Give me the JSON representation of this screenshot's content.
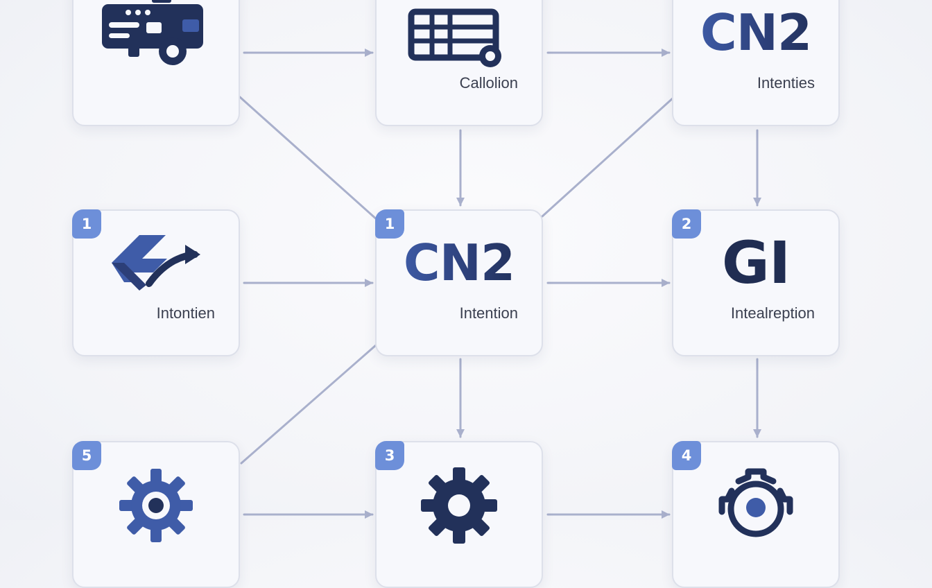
{
  "colors": {
    "accent": "#6d8fd9",
    "icon_navy": "#22315a",
    "icon_blue": "#3f5ca8",
    "card_bg": "#f7f8fc",
    "card_border": "#dde0ea",
    "connector": "#a9b0cc"
  },
  "nodes": [
    {
      "id": "top-left",
      "badge": "",
      "icon": "vehicle-icon",
      "icon_text": "",
      "label": ""
    },
    {
      "id": "top-middle",
      "badge": "",
      "icon": "table-gear-icon",
      "icon_text": "",
      "label": "Callolion"
    },
    {
      "id": "top-right",
      "badge": "",
      "icon": "cn2-text-icon",
      "icon_text": "CN2",
      "label": "Intenties"
    },
    {
      "id": "mid-left",
      "badge": "1",
      "icon": "route-arrow-icon",
      "icon_text": "",
      "label": "Intontien"
    },
    {
      "id": "mid-center",
      "badge": "1",
      "icon": "cn2-text-icon",
      "icon_text": "CN2",
      "label": "Intention"
    },
    {
      "id": "mid-right",
      "badge": "2",
      "icon": "gi-text-icon",
      "icon_text": "GI",
      "label": "Intealreption"
    },
    {
      "id": "bottom-left",
      "badge": "5",
      "icon": "gear-icon",
      "icon_text": "",
      "label": ""
    },
    {
      "id": "bottom-middle",
      "badge": "3",
      "icon": "gear-icon",
      "icon_text": "",
      "label": ""
    },
    {
      "id": "bottom-right",
      "badge": "4",
      "icon": "gear-outline-icon",
      "icon_text": "",
      "label": ""
    }
  ]
}
